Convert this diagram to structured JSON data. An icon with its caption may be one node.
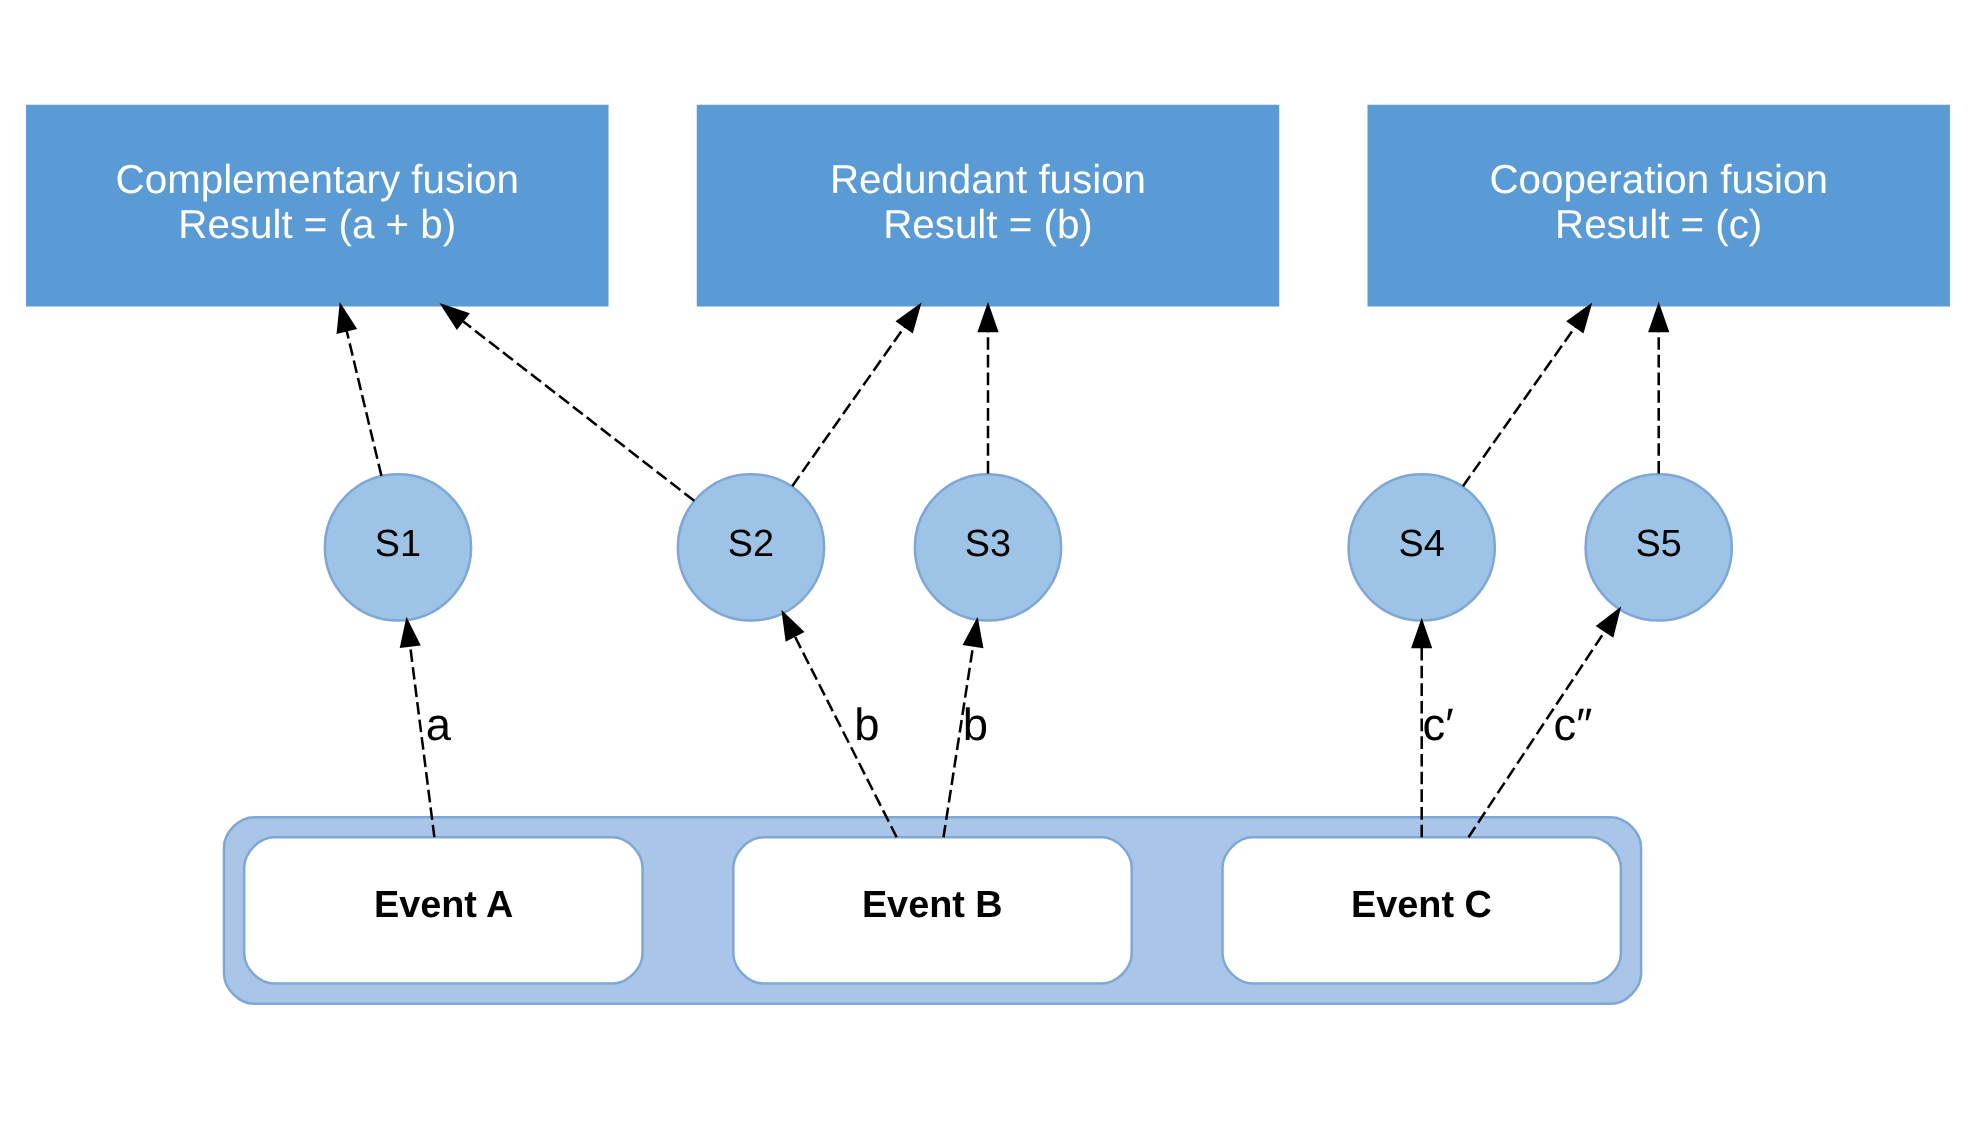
{
  "diagram": {
    "nodes": [
      {
        "text": [
          "Complementary fusion",
          "Result = (a + b)"
        ]
      },
      {
        "text": [
          "Redundant fusion",
          "Result = (b)"
        ]
      },
      {
        "text": [
          "Cooperation fusion",
          "Result = (c)"
        ]
      },
      {
        "text": [
          "S1"
        ]
      },
      {
        "text": [
          "S2"
        ]
      },
      {
        "text": [
          "S3"
        ]
      },
      {
        "text": [
          "S4"
        ]
      },
      {
        "text": [
          "S5"
        ]
      },
      {
        "text": [],
        "shape": "box"
      },
      {
        "text": [
          "Event A"
        ],
        "in": 8
      },
      {
        "text": [
          "Event B"
        ],
        "in": 8
      },
      {
        "text": [
          "Event C"
        ],
        "in": 8
      }
    ],
    "edges": [
      {
        "from": 9,
        "to": 3,
        "arrow": "to",
        "label": "a",
        "style": "dashed"
      },
      {
        "from": 10,
        "to": 4,
        "arrow": "to",
        "label": "b",
        "style": "dashed"
      },
      {
        "from": 10,
        "to": 5,
        "arrow": "to",
        "label": "b",
        "style": "dashed"
      },
      {
        "from": 11,
        "to": 6,
        "arrow": "to",
        "label": "c′",
        "style": "dashed"
      },
      {
        "from": 11,
        "to": 7,
        "arrow": "to",
        "label": "c″",
        "style": "dashed"
      },
      {
        "from": 3,
        "to": 0,
        "arrow": "to",
        "style": "dashed"
      },
      {
        "from": 4,
        "to": 0,
        "arrow": "to",
        "style": "dashed"
      },
      {
        "from": 4,
        "to": 1,
        "arrow": "to",
        "style": "dashed"
      },
      {
        "from": 5,
        "to": 1,
        "arrow": "to",
        "style": "dashed"
      },
      {
        "from": 6,
        "to": 2,
        "arrow": "to",
        "style": "dashed"
      },
      {
        "from": 7,
        "to": 2,
        "arrow": "to",
        "style": "dashed"
      }
    ]
  }
}
